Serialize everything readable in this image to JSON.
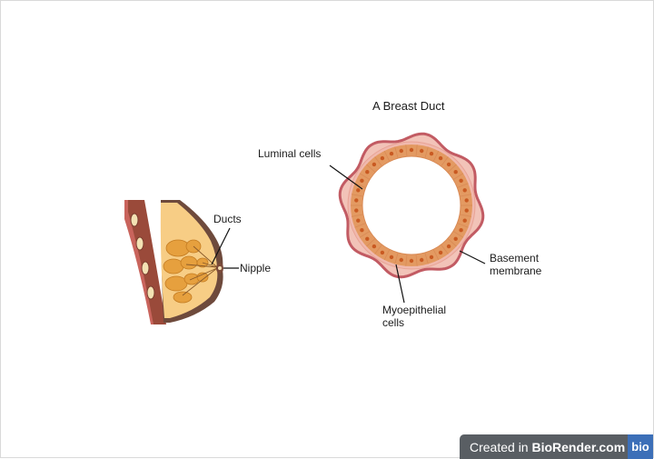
{
  "diagram": {
    "title": "A Breast Duct",
    "labels": {
      "ducts": "Ducts",
      "nipple": "Nipple",
      "luminal": "Luminal cells",
      "basement_line1": "Basement",
      "basement_line2": "membrane",
      "myo_line1": "Myoepithelial",
      "myo_line2": "cells"
    }
  },
  "watermark": {
    "prefix": "Created in ",
    "brand": "BioRender.com",
    "logo": "bio"
  },
  "colors": {
    "outer_membrane": "#c25b63",
    "stroma_pink": "#f0b9ae",
    "cell_orange": "#e39a62",
    "nucleus": "#c95a22",
    "skin_brown": "#6e4a3c",
    "fat_yellow": "#f7cd85",
    "lobule_orange": "#e6a03e",
    "badge_gray": "#595e63",
    "badge_blue": "#3c6fb8"
  }
}
